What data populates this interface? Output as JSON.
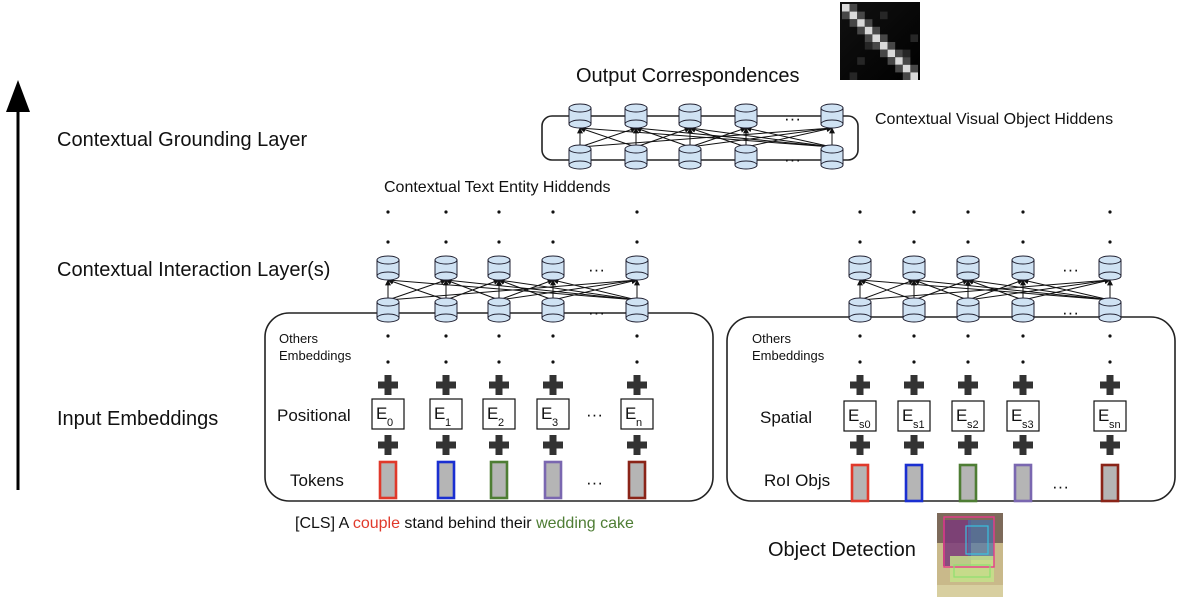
{
  "labels": {
    "grounding_layer": "Contextual Grounding Layer",
    "interaction_layer": "Contextual Interaction Layer(s)",
    "input_embeddings": "Input Embeddings",
    "output_correspondences": "Output Correspondences",
    "visual_hiddens": "Contextual Visual Object Hiddens",
    "text_hiddens": "Contextual Text Entity Hiddends",
    "object_detection": "Object Detection"
  },
  "text_branch": {
    "others_line1": "Others",
    "others_line2": "Embeddings",
    "positional": "Positional",
    "tokens": "Tokens",
    "pos_subscripts": [
      "0",
      "1",
      "2",
      "3",
      "n"
    ],
    "sentence": {
      "prefix": "[CLS] A ",
      "entity1": "couple",
      "middle": " stand behind their ",
      "entity2": "wedding cake"
    },
    "token_colors": [
      "#e0392b",
      "#1a2fd1",
      "#4e7d34",
      "#7a67b0",
      "#8a2418"
    ]
  },
  "visual_branch": {
    "others_line1": "Others",
    "others_line2": "Embeddings",
    "spatial": "Spatial",
    "roi": "RoI Objs",
    "spatial_subscripts": [
      "s0",
      "s1",
      "s2",
      "s3",
      "sn"
    ],
    "roi_colors": [
      "#e0392b",
      "#1a2fd1",
      "#4e7d34",
      "#7a67b0",
      "#8a2418"
    ]
  },
  "ellipsis": "···",
  "colors": {
    "node_fill": "#cfe2f3",
    "entity1": "#e0392b",
    "entity2": "#4e7d34"
  },
  "icons": {
    "node": "cylinder-node-icon",
    "plus": "plus-icon",
    "arrow": "up-arrow-icon"
  }
}
